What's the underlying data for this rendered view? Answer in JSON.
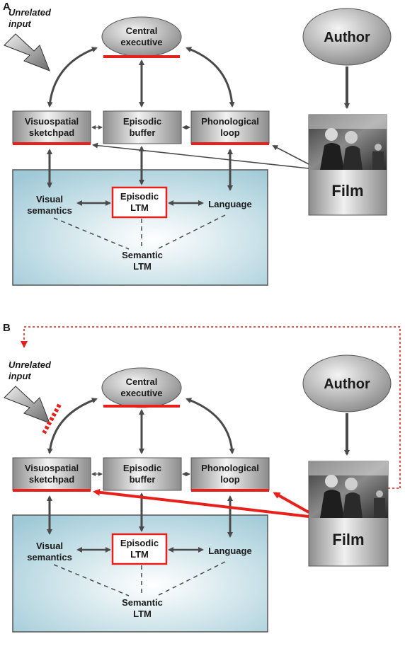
{
  "panels": [
    {
      "letter": "A",
      "unrelated_input": [
        "Unrelated",
        "input"
      ],
      "central_executive": [
        "Central",
        "executive"
      ],
      "visuospatial": [
        "Visuospatial",
        "sketchpad"
      ],
      "episodic_buffer": [
        "Episodic",
        "buffer"
      ],
      "phonological": [
        "Phonological",
        "loop"
      ],
      "visual_semantics": [
        "Visual",
        "semantics"
      ],
      "episodic_ltm": [
        "Episodic",
        "LTM"
      ],
      "language": "Language",
      "semantic_ltm": [
        "Semantic",
        "LTM"
      ],
      "author": "Author",
      "film": "Film"
    },
    {
      "letter": "B",
      "unrelated_input": [
        "Unrelated",
        "input"
      ],
      "central_executive": [
        "Central",
        "executive"
      ],
      "visuospatial": [
        "Visuospatial",
        "sketchpad"
      ],
      "episodic_buffer": [
        "Episodic",
        "buffer"
      ],
      "phonological": [
        "Phonological",
        "loop"
      ],
      "visual_semantics": [
        "Visual",
        "semantics"
      ],
      "episodic_ltm": [
        "Episodic",
        "LTM"
      ],
      "language": "Language",
      "semantic_ltm": [
        "Semantic",
        "LTM"
      ],
      "author": "Author",
      "film": "Film"
    }
  ],
  "colors": {
    "highlight_red": "#e8201c",
    "arrow_gray": "#4a4a4a",
    "ltm_fill_edge": "#9ec9d6"
  }
}
